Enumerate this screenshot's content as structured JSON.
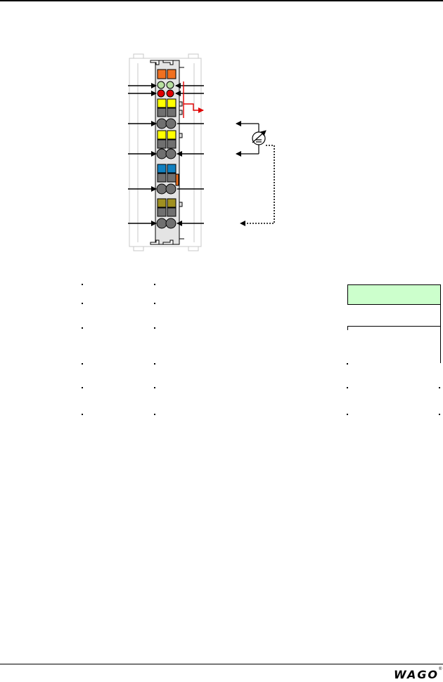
{
  "header": {},
  "diagram": {
    "module_leds": [
      "orange",
      "orange",
      "green",
      "green",
      "red",
      "red"
    ],
    "connector_colors": [
      "yellow",
      "yellow",
      "blue",
      "olive"
    ],
    "colors": {
      "orange": "#f07020",
      "green_led": "#b8e0a0",
      "red_led": "#e00000",
      "yellow": "#ffff00",
      "blue": "#1080c0",
      "olive": "#a09020",
      "signal_arrow": "#e00000",
      "table_highlight": "#ccffcc"
    }
  },
  "footer": {
    "brand": "WAGO",
    "superscript": "®"
  }
}
